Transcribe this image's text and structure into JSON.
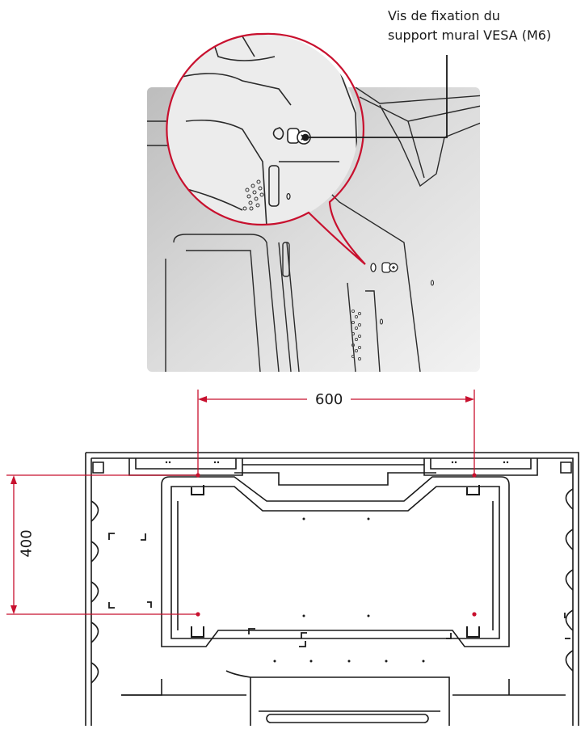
{
  "callout": {
    "line1": "Vis de fixation du",
    "line2": "support mural VESA (M6)"
  },
  "dimensions": {
    "width_label": "600",
    "height_label": "400"
  },
  "colors": {
    "accent": "#c8102e",
    "line": "#1a1a1a",
    "panel_gray": "#d4d4d4"
  }
}
